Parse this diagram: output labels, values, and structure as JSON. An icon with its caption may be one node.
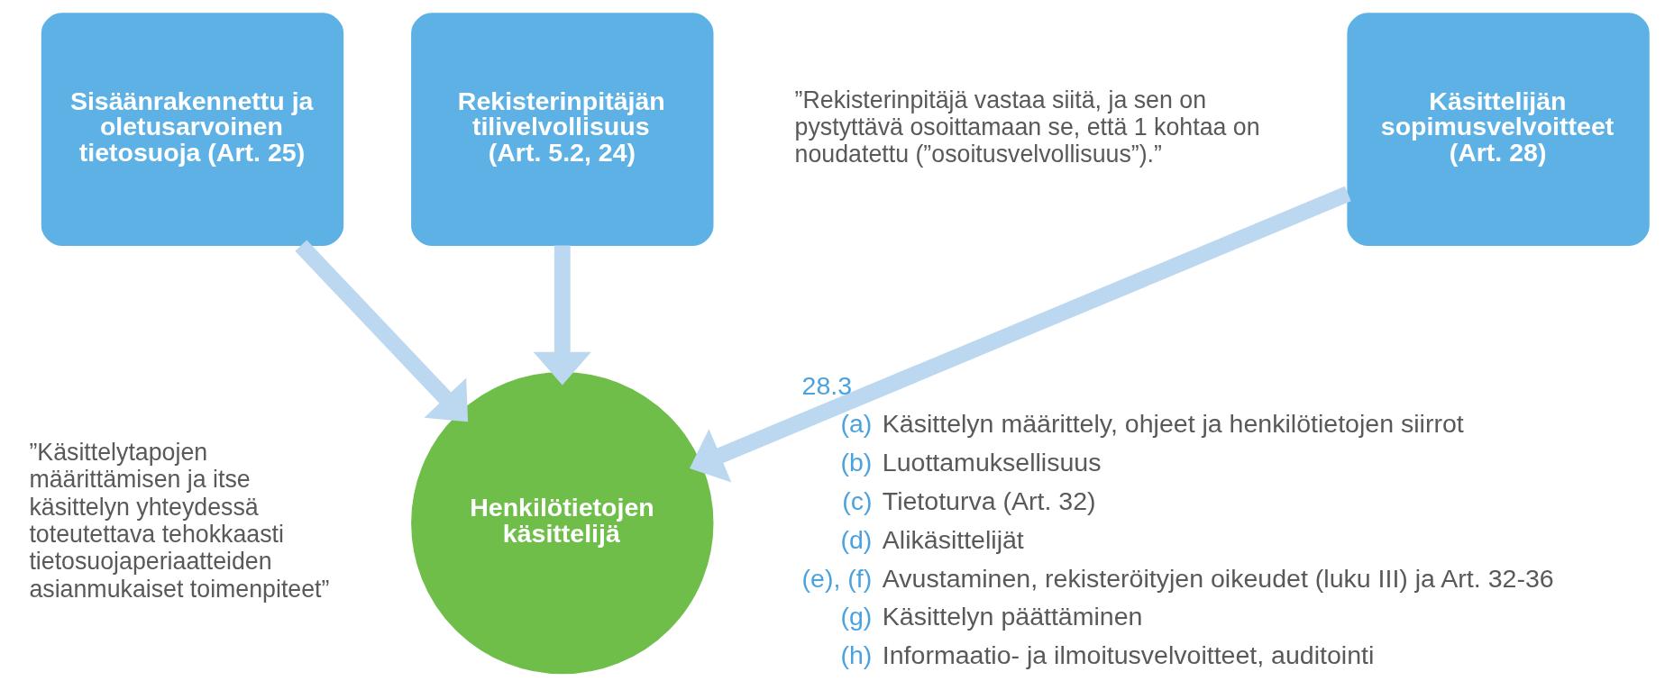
{
  "diagram": {
    "nodes": [
      {
        "text": [
          "Sisäänrakennettu ja oletusarvoinen tietosuoja (Art. 25)"
        ]
      },
      {
        "text": [
          "Rekisterinpitäjän tilivelvollisuus (Art. 5.2, 24)"
        ],
        "beside": [
          "”Rekisterinpitäjä vastaa siitä, ja sen on pystyttävä osoittamaan se, että 1 kohtaa on noudatettu (”osoitusvelvollisuus”).”"
        ]
      },
      {
        "text": [
          "Käsittelijän sopimusvelvoitteet (Art. 28)"
        ]
      },
      {
        "text": [
          "Henkilötietojen käsittelijä"
        ],
        "beside": [
          "”Käsittelytapojen määrittämisen ja itse käsittelyn yhteydessä toteutettava tehokkaasti tietosuojaperiaatteiden asianmukaiset toimenpiteet”"
        ]
      }
    ],
    "edges": [
      {
        "from": 0,
        "to": 3,
        "arrow": "to"
      },
      {
        "from": 1,
        "to": 3,
        "arrow": "to"
      },
      {
        "from": 2,
        "to": 3,
        "arrow": "to"
      }
    ],
    "labels": [
      "28.3",
      "(a)",
      "Käsittelyn määrittely, ohjeet ja henkilötietojen siirrot",
      "(b)",
      "Luottamuksellisuus",
      "(c)",
      "Tietoturva (Art. 32)",
      "(d)",
      "Alikäsittelijät",
      "(e), (f)",
      "Avustaminen, rekisteröityjen oikeudet (luku III) ja Art. 32-36",
      "(g)",
      "Käsittelyn päättäminen",
      "(h)",
      "Informaatio- ja ilmoitusvelvoitteet, auditointi"
    ]
  }
}
